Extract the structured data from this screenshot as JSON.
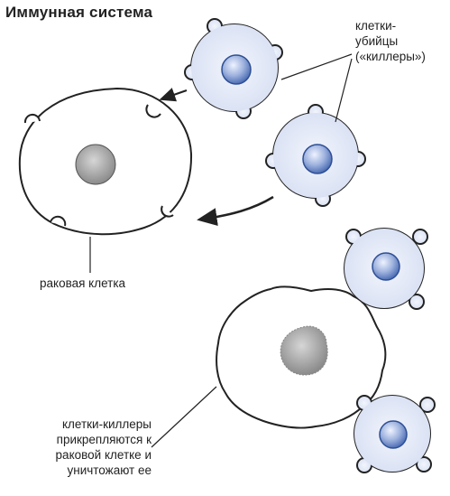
{
  "title": "Иммунная система",
  "labels": {
    "killer_cells": [
      "клетки-",
      "убийцы",
      "(«киллеры»)"
    ],
    "cancer_cell": "раковая клетка",
    "attach": [
      "клетки-киллеры",
      "прикрепляются к",
      "раковой клетке и",
      "уничтожают ее"
    ]
  },
  "colors": {
    "cell_fill": "#dfe6f6",
    "nucleus_fill": "#4e6fb5",
    "nucleus_hi": "#e8eefb",
    "cancer_nucleus": "#a9a9a9",
    "stroke": "#222222"
  }
}
